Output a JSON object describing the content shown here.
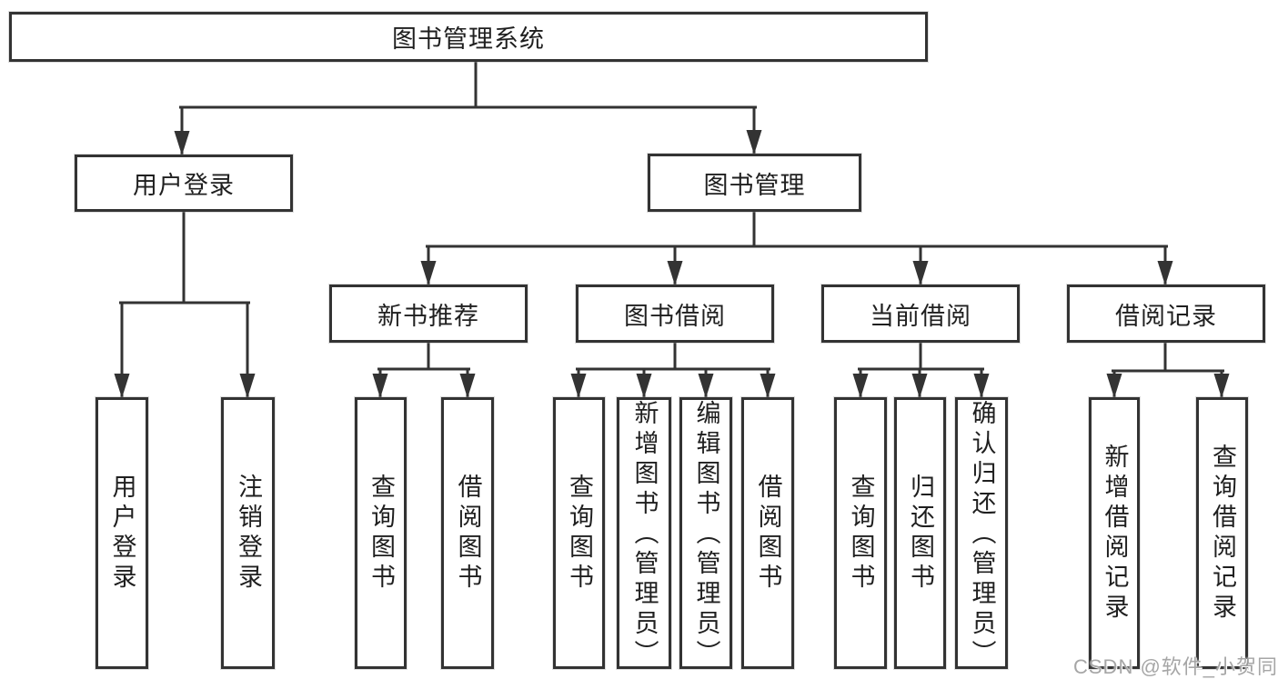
{
  "diagram": {
    "root": "图书管理系统",
    "level2": {
      "user_login": "用户登录",
      "book_mgmt": "图书管理"
    },
    "level3": {
      "new_books": "新书推荐",
      "borrowing": "图书借阅",
      "current": "当前借阅",
      "records": "借阅记录"
    },
    "leaves": {
      "login": "用户登录",
      "logout": "注销登录",
      "nb_query": "查询图书",
      "nb_borrow": "借阅图书",
      "bw_query": "查询图书",
      "bw_add": "新增图书（管理员）",
      "bw_edit": "编辑图书（管理员）",
      "bw_borrow": "借阅图书",
      "cur_query": "查询图书",
      "cur_return": "归还图书",
      "cur_confirm": "确认归还（管理员）",
      "rec_add": "新增借阅记录",
      "rec_query": "查询借阅记录"
    }
  },
  "watermark": "CSDN @软件_小贺同学",
  "colors": {
    "line": "#333333",
    "box_border": "#333333",
    "box_background": "#ffffff",
    "text": "#1f1f1f",
    "watermark_text": "#a6a6a6"
  }
}
